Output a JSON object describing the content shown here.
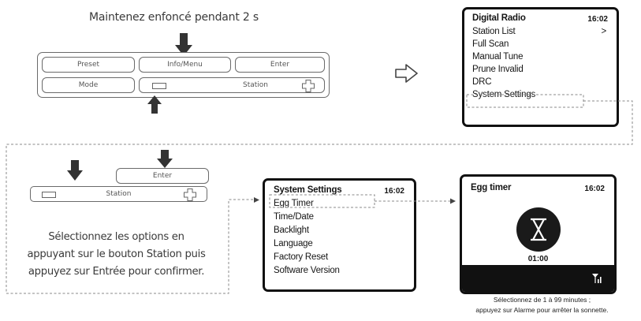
{
  "step1": {
    "hold_caption": "Maintenez enfoncé pendant 2 s",
    "keys": {
      "preset": "Preset",
      "info_menu": "Info/Menu",
      "enter": "Enter",
      "mode": "Mode",
      "station": "Station"
    }
  },
  "step2": {
    "keys": {
      "enter": "Enter",
      "station": "Station"
    },
    "instruction_lines": [
      "Sélectionnez les options en",
      "appuyant sur le bouton Station puis",
      "appuyez sur Entrée pour confirmer."
    ]
  },
  "screen_main": {
    "title": "Digital Radio",
    "time": "16:02",
    "items": [
      "Station List",
      "Full Scan",
      "Manual Tune",
      "Prune Invalid",
      "DRC",
      "System Settings"
    ],
    "submenu_marker": ">",
    "highlighted_item": "System Settings"
  },
  "screen_settings": {
    "title": "System Settings",
    "time": "16:02",
    "items": [
      "Egg Timer",
      "Time/Date",
      "Backlight",
      "Language",
      "Factory Reset",
      "Software Version"
    ],
    "highlighted_item": "Egg Timer"
  },
  "screen_egg": {
    "title": "Egg timer",
    "time": "16:02",
    "countdown": "01:00",
    "signal_icon": "signal-strength-icon",
    "hourglass_icon": "hourglass-icon"
  },
  "bottom_note": {
    "lines": [
      "Sélectionnez de 1 à 99 minutes ;",
      "appuyez sur Alarme pour arrêter la sonnette."
    ]
  },
  "colors": {
    "outline": "#6a6a6a",
    "arrow_fill": "#3a3a3a",
    "screen_border": "#111111",
    "connector": "#888888"
  }
}
